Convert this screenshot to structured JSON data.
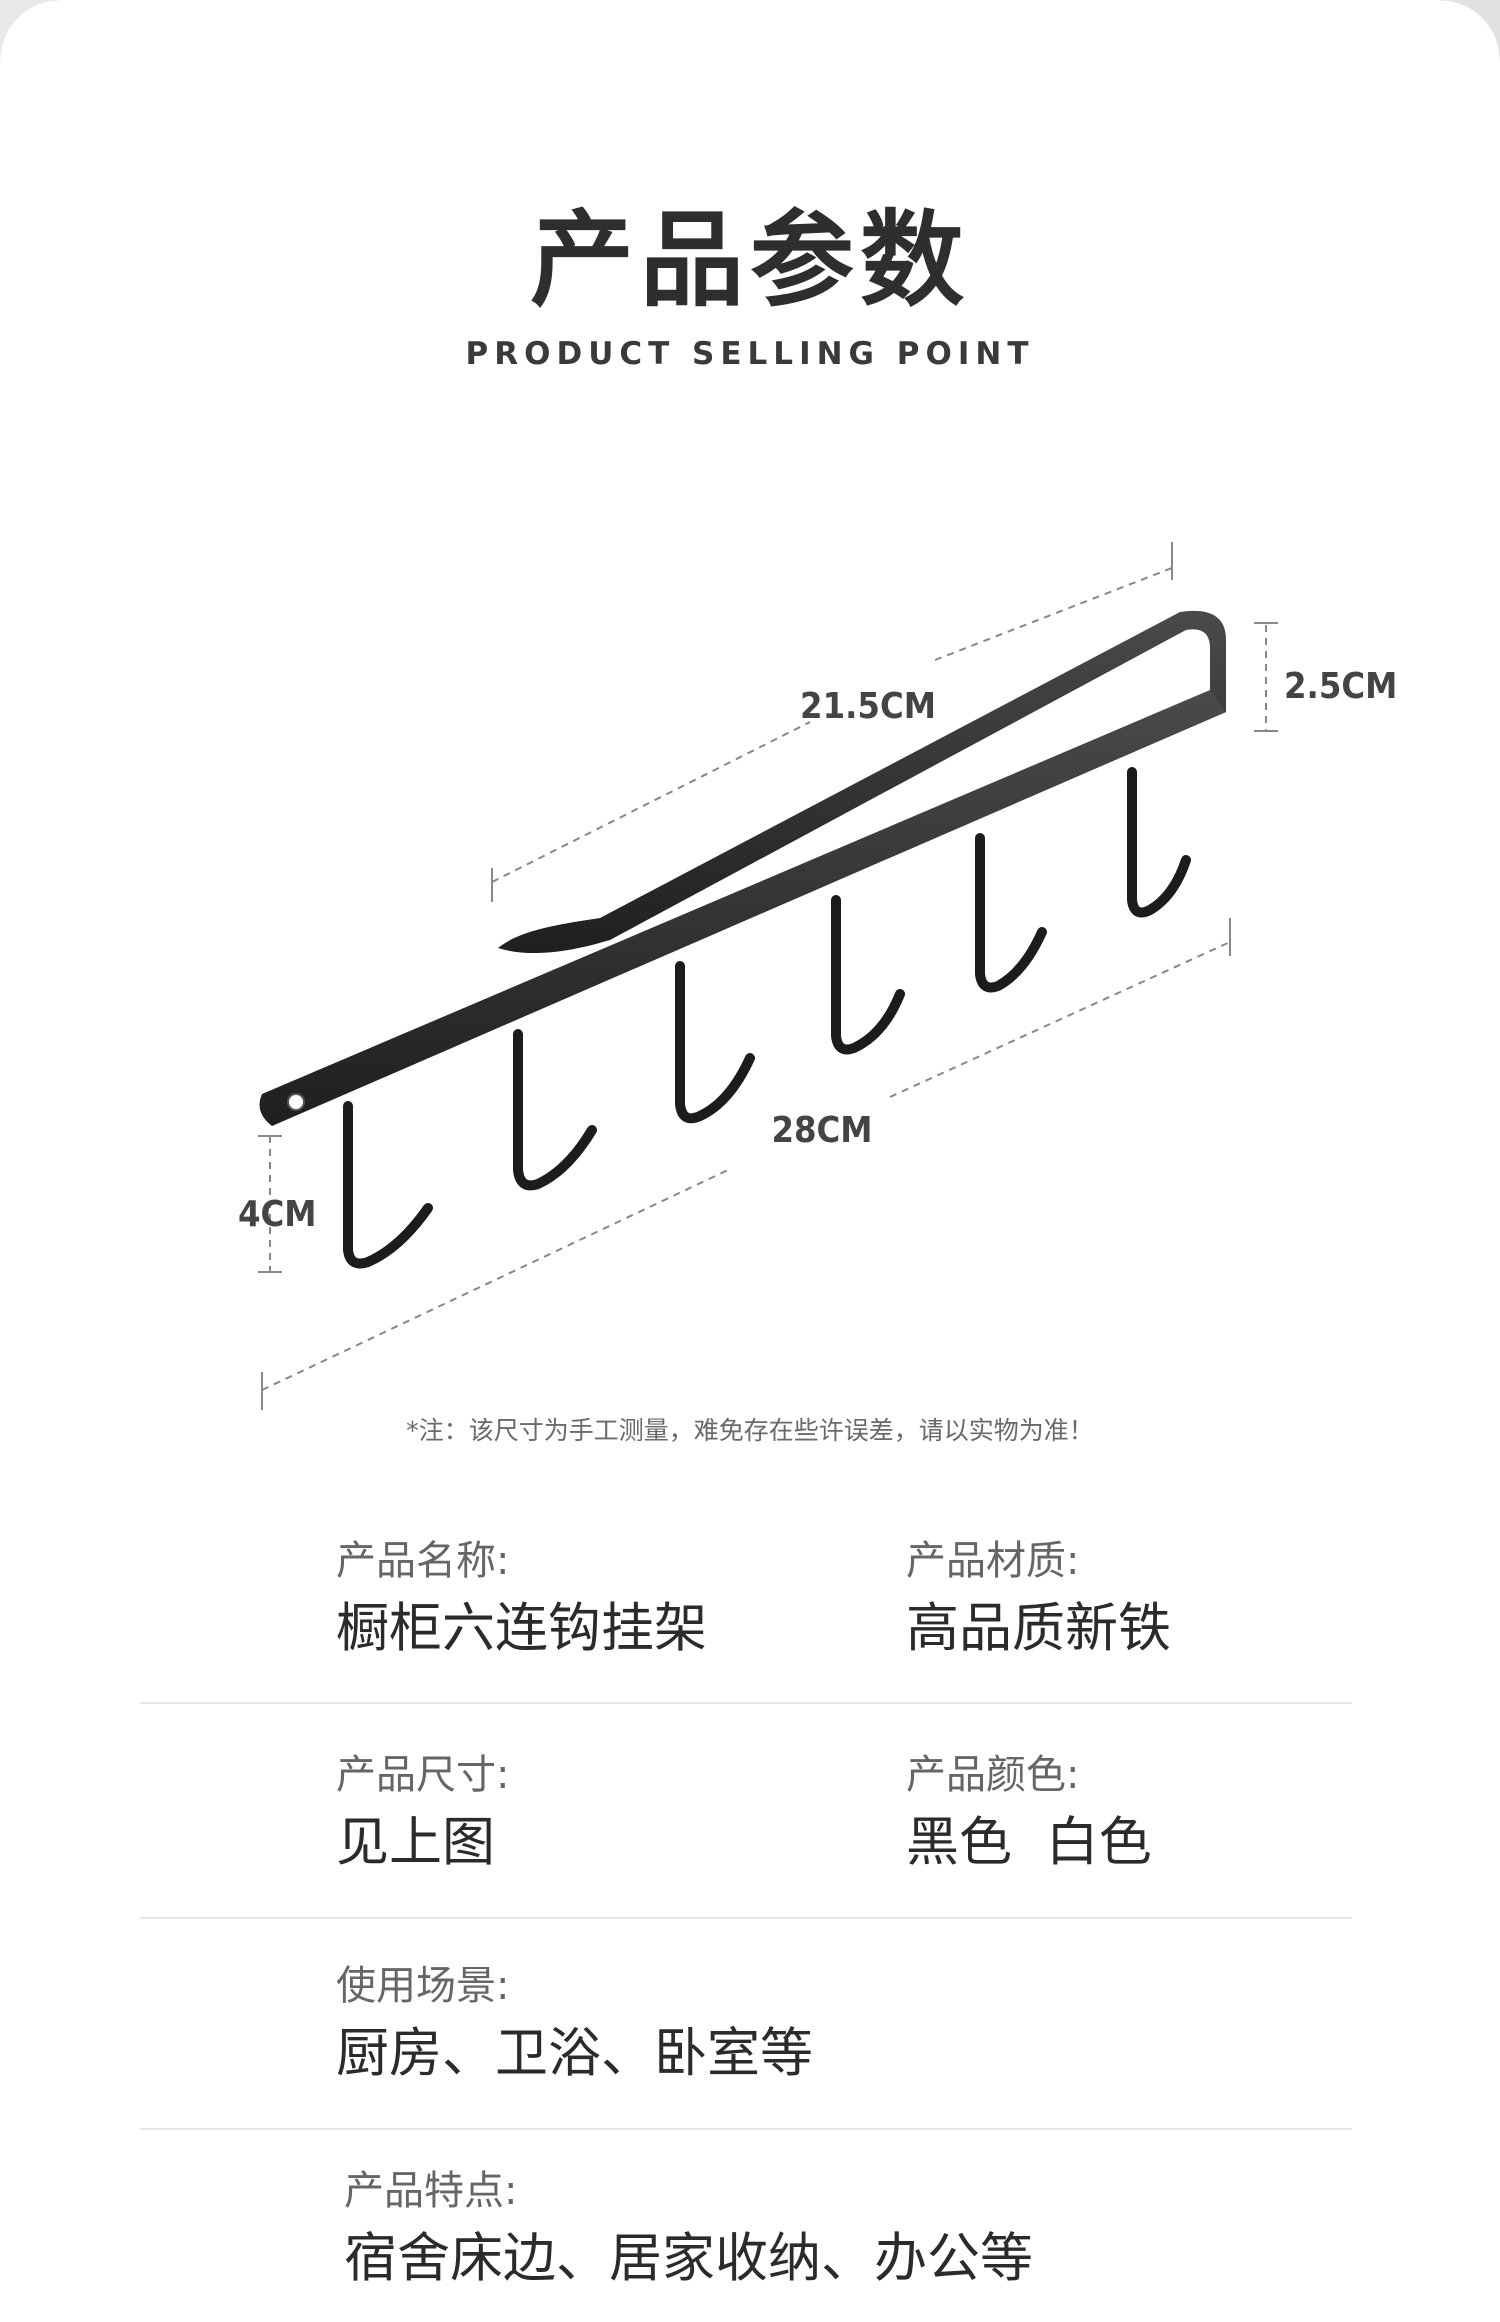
{
  "header": {
    "title": "产品参数",
    "subtitle": "PRODUCT SELLING POINT"
  },
  "diagram": {
    "dimensions": {
      "top_length": "21.5CM",
      "height": "2.5CM",
      "bottom_length": "28CM",
      "hook_length": "4CM"
    },
    "hook_count": 6,
    "product_color": "#2a2a2a",
    "note": "*注：该尺寸为手工测量，难免存在些许误差，请以实物为准！"
  },
  "params": {
    "name": {
      "label": "产品名称:",
      "value": "橱柜六连钩挂架"
    },
    "material": {
      "label": "产品材质:",
      "value": "高品质新铁"
    },
    "size": {
      "label": "产品尺寸:",
      "value": "见上图"
    },
    "color": {
      "label": "产品颜色:",
      "value": "黑色  白色"
    },
    "scene": {
      "label": "使用场景:",
      "value": "厨房、卫浴、卧室等"
    },
    "feature": {
      "label": "产品特点:",
      "value": "宿舍床边、居家收纳、办公等"
    }
  }
}
